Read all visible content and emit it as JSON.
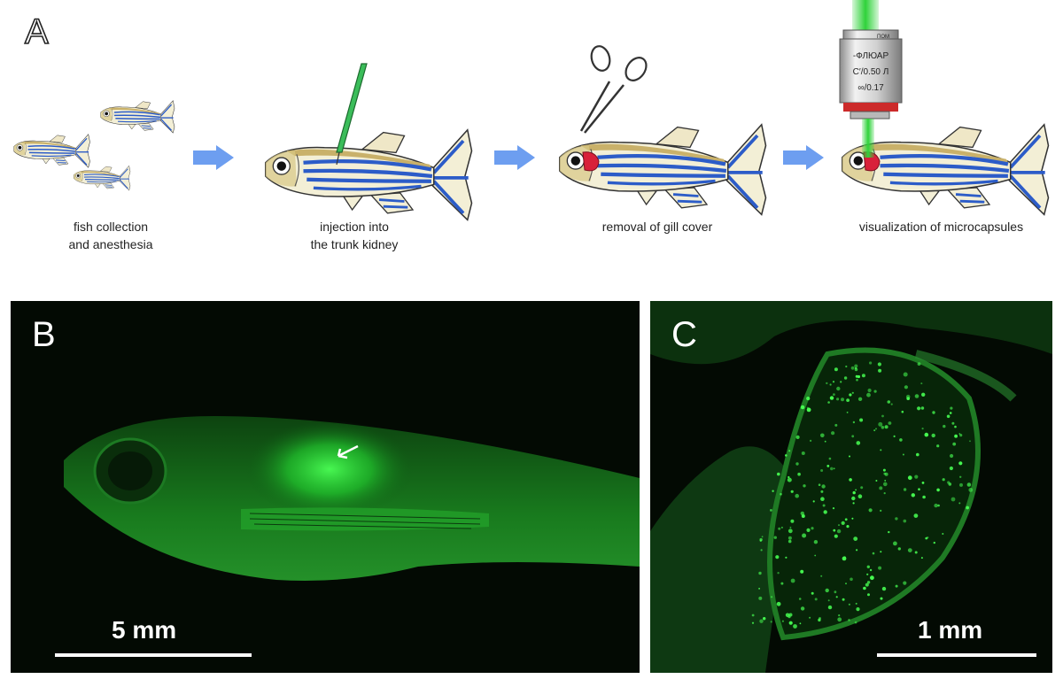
{
  "panels": {
    "a": {
      "letter": "A",
      "steps": [
        {
          "caption": "fish collection\nand anesthesia"
        },
        {
          "caption": "injection into\nthe trunk kidney"
        },
        {
          "caption": "removal of gill cover"
        },
        {
          "caption": "visualization of microcapsules"
        }
      ],
      "objective_text": [
        "ПОМ",
        "-ФЛЮАР",
        "С′/0.50 Л",
        "∞/0.17"
      ]
    },
    "b": {
      "letter": "B",
      "scale": "5 mm"
    },
    "c": {
      "letter": "C",
      "scale": "1 mm"
    }
  },
  "colors": {
    "stripe": "#2c5cc8",
    "fish_body": "#f3efd6",
    "fish_back": "#c9b16a",
    "arrow": "#6d9ef0",
    "gill_wound": "#d8213a",
    "fluorescence": "#2fd23a",
    "photo_bg": "#030a03"
  }
}
